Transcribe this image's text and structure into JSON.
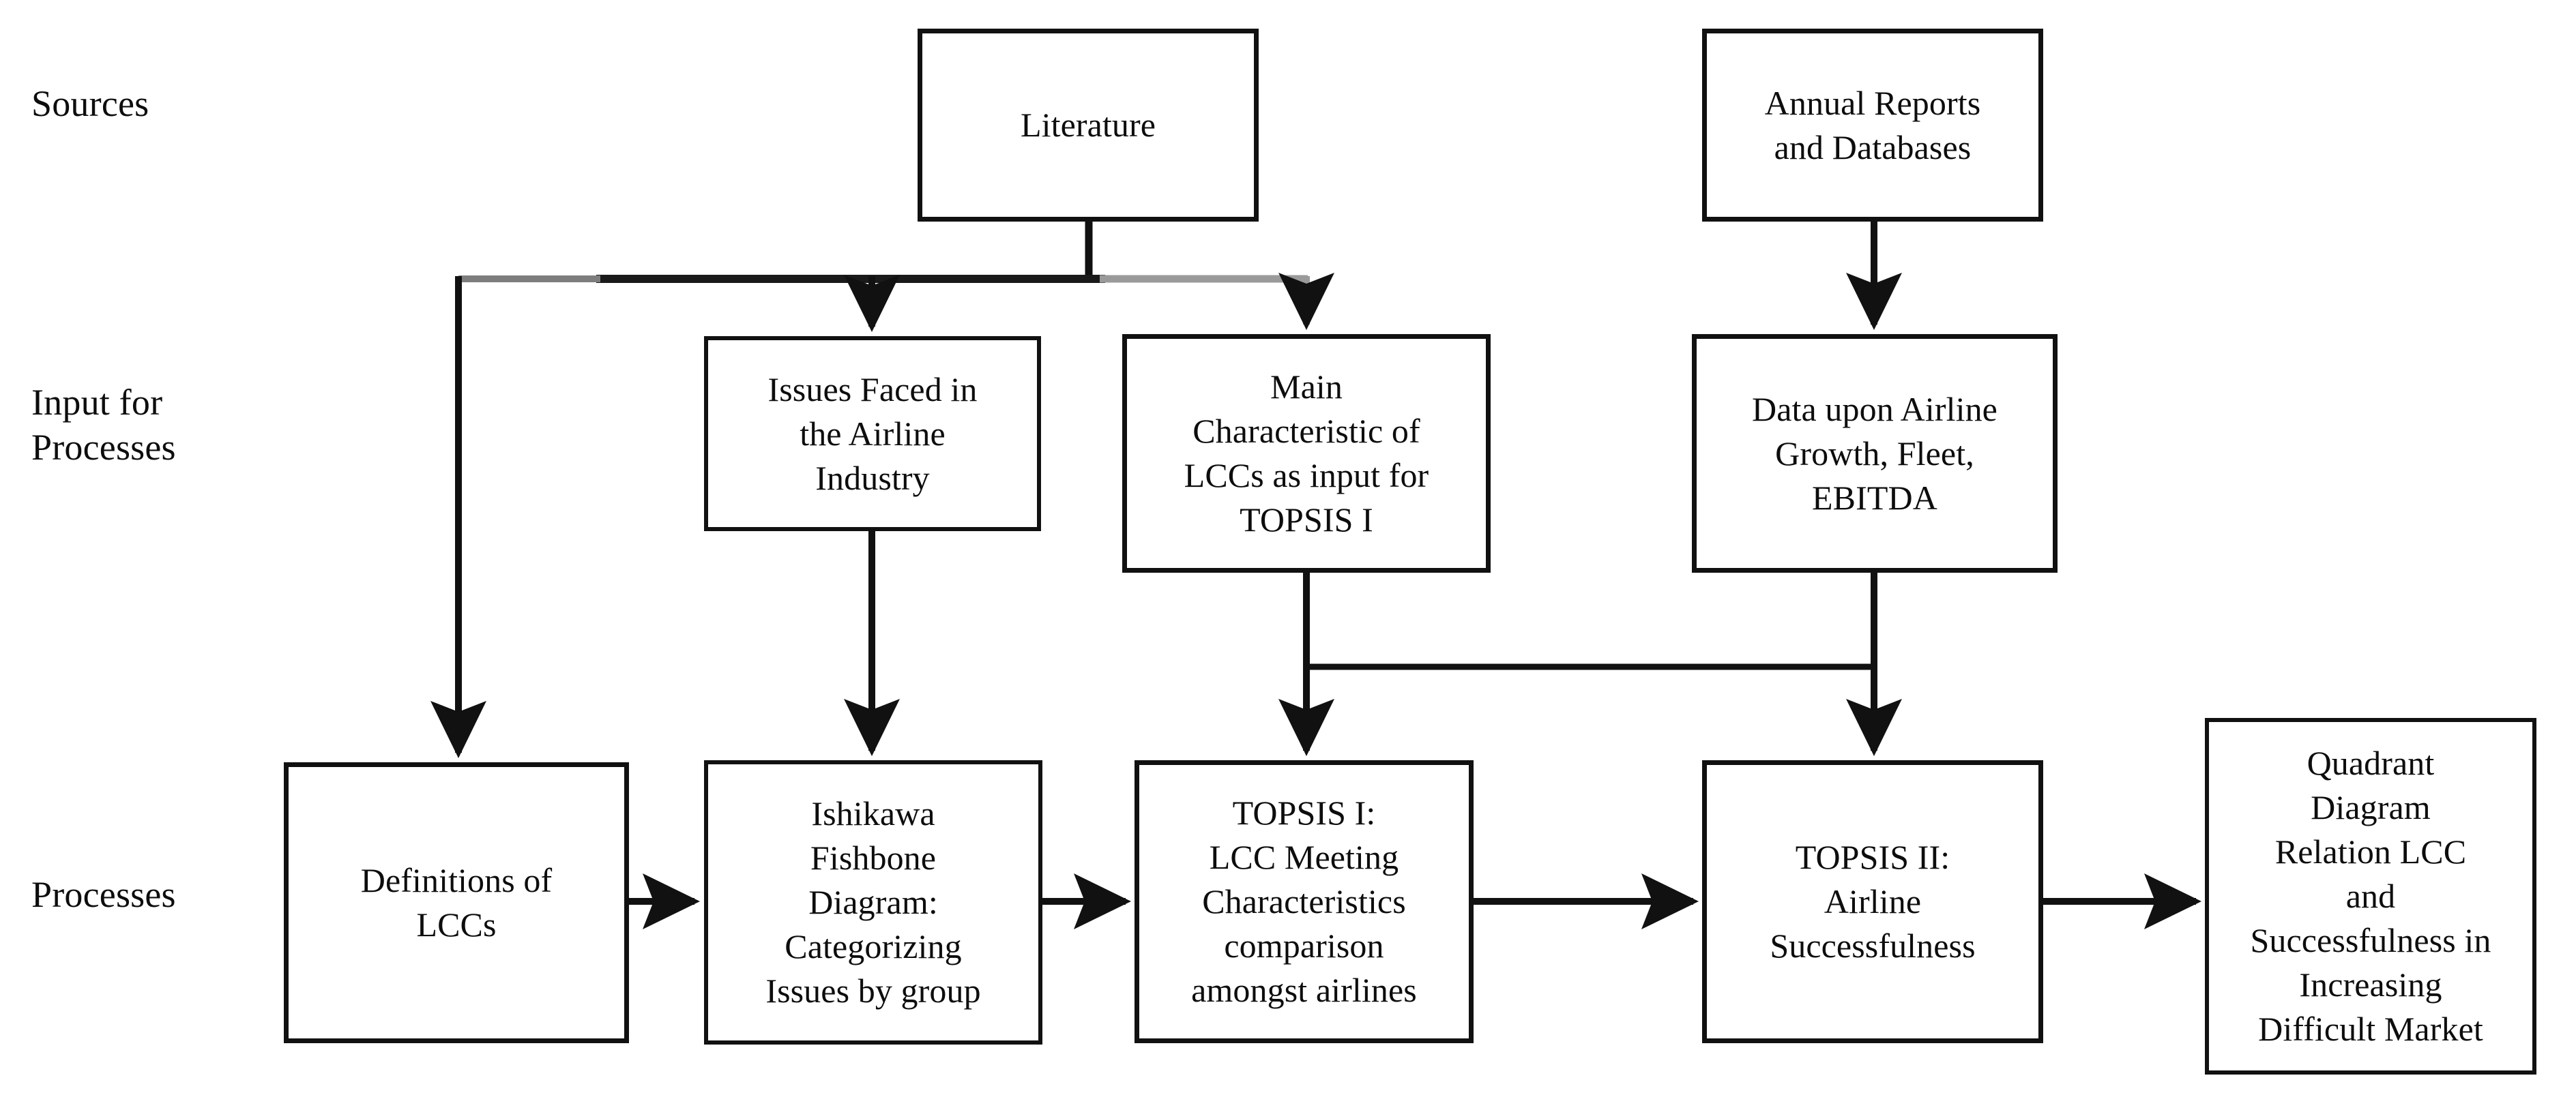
{
  "diagram": {
    "title": "Research methodology flowchart",
    "row_labels": [
      {
        "id": "sources",
        "text": "Sources"
      },
      {
        "id": "input-for-processes",
        "text": "Input for\nProcesses"
      },
      {
        "id": "processes",
        "text": "Processes"
      }
    ],
    "nodes": [
      {
        "id": "literature",
        "text": "Literature",
        "row": "sources"
      },
      {
        "id": "annual-reports-and-databases",
        "text": "Annual Reports\nand Databases",
        "row": "sources"
      },
      {
        "id": "issues-faced-in-the-airline-industry",
        "text": "Issues Faced in\nthe Airline\nIndustry",
        "row": "input-for-processes"
      },
      {
        "id": "main-characteristic-of-lccs",
        "text": "Main\nCharacteristic of\nLCCs as input for\nTOPSIS I",
        "row": "input-for-processes"
      },
      {
        "id": "data-upon-airline-growth",
        "text": "Data upon Airline\nGrowth, Fleet,\nEBITDA",
        "row": "input-for-processes"
      },
      {
        "id": "definitions-of-lccs",
        "text": "Definitions of\nLCCs",
        "row": "processes"
      },
      {
        "id": "ishikawa-fishbone-diagram",
        "text": "Ishikawa\nFishbone\nDiagram:\nCategorizing\nIssues by group",
        "row": "processes"
      },
      {
        "id": "topsis-i",
        "text": "TOPSIS I:\nLCC Meeting\nCharacteristics\ncomparison\namongst airlines",
        "row": "processes"
      },
      {
        "id": "topsis-ii",
        "text": "TOPSIS II:\nAirline\nSuccessfulness",
        "row": "processes"
      },
      {
        "id": "quadrant-diagram",
        "text": "Quadrant\nDiagram\nRelation LCC\nand\nSuccessfulness in\nIncreasing\nDifficult Market",
        "row": "processes"
      }
    ],
    "edges": [
      {
        "from": "literature",
        "to": "definitions-of-lccs",
        "style": "elbow-down"
      },
      {
        "from": "literature",
        "to": "issues-faced-in-the-airline-industry",
        "style": "elbow-down"
      },
      {
        "from": "literature",
        "to": "main-characteristic-of-lccs",
        "style": "elbow-down"
      },
      {
        "from": "annual-reports-and-databases",
        "to": "data-upon-airline-growth",
        "style": "straight-down"
      },
      {
        "from": "issues-faced-in-the-airline-industry",
        "to": "ishikawa-fishbone-diagram",
        "style": "straight-down"
      },
      {
        "from": "main-characteristic-of-lccs",
        "to": "topsis-i",
        "style": "straight-down"
      },
      {
        "from": "data-upon-airline-growth",
        "to": "topsis-ii",
        "style": "straight-down"
      },
      {
        "from": "main-characteristic-of-lccs",
        "to": "topsis-ii",
        "style": "cross-link"
      },
      {
        "from": "definitions-of-lccs",
        "to": "ishikawa-fishbone-diagram",
        "style": "straight-right"
      },
      {
        "from": "ishikawa-fishbone-diagram",
        "to": "topsis-i",
        "style": "straight-right"
      },
      {
        "from": "topsis-i",
        "to": "topsis-ii",
        "style": "straight-right"
      },
      {
        "from": "topsis-ii",
        "to": "quadrant-diagram",
        "style": "straight-right"
      }
    ],
    "colors": {
      "stroke": "#111111",
      "stroke_light": "#8a8a8a",
      "background": "#ffffff",
      "text": "#0d0d0d"
    }
  }
}
